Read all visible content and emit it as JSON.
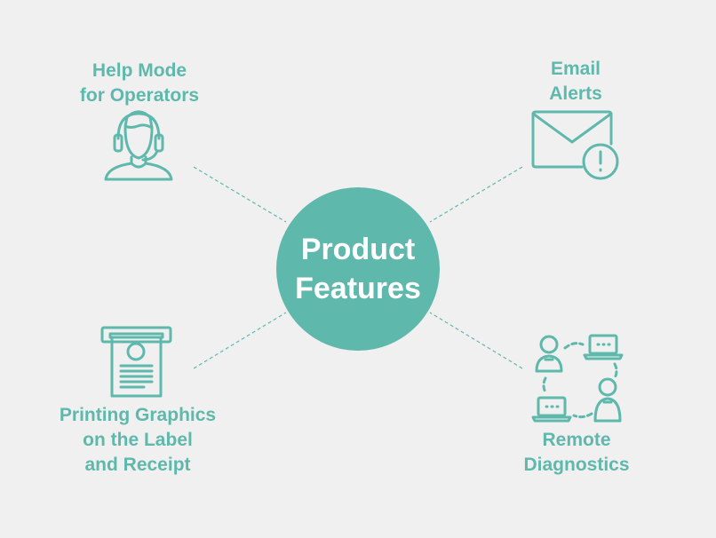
{
  "colors": {
    "accent": "#5fb8ac",
    "background": "#f0f0f0",
    "hub_text": "#ffffff"
  },
  "hub": {
    "lines": [
      "Product",
      "Features"
    ]
  },
  "features": [
    {
      "id": "help-mode",
      "icon": "operator-headset-icon",
      "lines": [
        "Help Mode",
        "for Operators"
      ]
    },
    {
      "id": "email-alerts",
      "icon": "envelope-alert-icon",
      "lines": [
        "Email",
        "Alerts"
      ]
    },
    {
      "id": "printing-graphics",
      "icon": "printer-receipt-icon",
      "lines": [
        "Printing Graphics",
        "on the Label",
        "and Receipt"
      ]
    },
    {
      "id": "remote-diagnostics",
      "icon": "remote-network-icon",
      "lines": [
        "Remote",
        "Diagnostics"
      ]
    }
  ]
}
